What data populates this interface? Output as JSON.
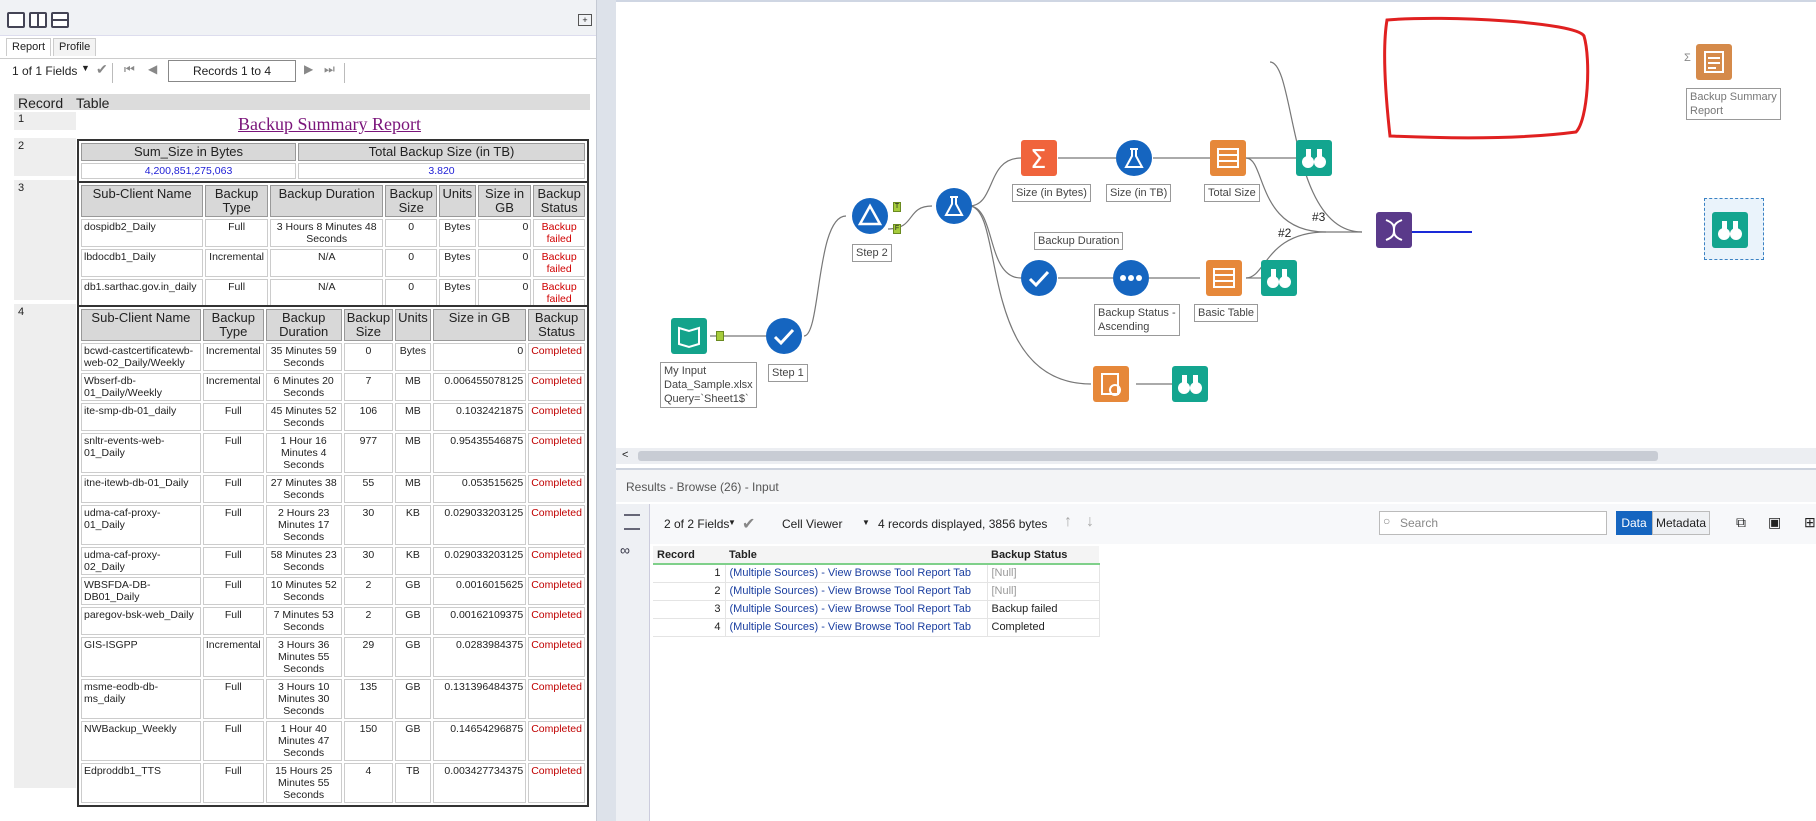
{
  "left_panel": {
    "tabs": [
      "Report",
      "Profile"
    ],
    "fields_label": "1 of 1 Fields",
    "records_label": "Records 1 to 4",
    "col_record": "Record",
    "col_table": "Table",
    "row_numbers": [
      "1",
      "2",
      "3",
      "4"
    ],
    "report_title": "Backup Summary Report",
    "summary": {
      "headers": [
        "Sum_Size in Bytes",
        "Total Backup Size (in TB)"
      ],
      "values": [
        "4,200,851,275,063",
        "3.820"
      ]
    },
    "table3": {
      "headers": [
        "Sub-Client Name",
        "Backup Type",
        "Backup Duration",
        "Backup Size",
        "Units",
        "Size in GB",
        "Backup Status"
      ],
      "rows": [
        [
          "dospidb2_Daily",
          "Full",
          "3 Hours 8 Minutes 48 Seconds",
          "0",
          "Bytes",
          "0",
          "Backup failed"
        ],
        [
          "lbdocdb1_Daily",
          "Incremental",
          "N/A",
          "0",
          "Bytes",
          "0",
          "Backup failed"
        ],
        [
          "db1.sarthac.gov.in_daily",
          "Full",
          "N/A",
          "0",
          "Bytes",
          "0",
          "Backup failed"
        ]
      ]
    },
    "table4": {
      "headers": [
        "Sub-Client Name",
        "Backup Type",
        "Backup Duration",
        "Backup Size",
        "Units",
        "Size in GB",
        "Backup Status"
      ],
      "rows": [
        [
          "bcwd-castcertificatewb-web-02_Daily/Weekly",
          "Incremental",
          "35 Minutes 59 Seconds",
          "0",
          "Bytes",
          "0",
          "Completed"
        ],
        [
          "Wbserf-db-01_Daily/Weekly",
          "Incremental",
          "6 Minutes 20 Seconds",
          "7",
          "MB",
          "0.006455078125",
          "Completed"
        ],
        [
          "ite-smp-db-01_daily",
          "Full",
          "45 Minutes 52 Seconds",
          "106",
          "MB",
          "0.1032421875",
          "Completed"
        ],
        [
          "snltr-events-web-01_Daily",
          "Full",
          "1 Hour 16 Minutes 4 Seconds",
          "977",
          "MB",
          "0.95435546875",
          "Completed"
        ],
        [
          "itne-itewb-db-01_Daily",
          "Full",
          "27 Minutes 38 Seconds",
          "55",
          "MB",
          "0.053515625",
          "Completed"
        ],
        [
          "udma-caf-proxy-01_Daily",
          "Full",
          "2 Hours 23 Minutes 17 Seconds",
          "30",
          "KB",
          "0.029033203125",
          "Completed"
        ],
        [
          "udma-caf-proxy-02_Daily",
          "Full",
          "58 Minutes 23 Seconds",
          "30",
          "KB",
          "0.029033203125",
          "Completed"
        ],
        [
          "WBSFDA-DB-DB01_Daily",
          "Full",
          "10 Minutes 52 Seconds",
          "2",
          "GB",
          "0.0016015625",
          "Completed"
        ],
        [
          "paregov-bsk-web_Daily",
          "Full",
          "7 Minutes 53 Seconds",
          "2",
          "GB",
          "0.00162109375",
          "Completed"
        ],
        [
          "GIS-ISGPP",
          "Incremental",
          "3 Hours 36 Minutes 55 Seconds",
          "29",
          "GB",
          "0.0283984375",
          "Completed"
        ],
        [
          "msme-eodb-db-ms_daily",
          "Full",
          "3 Hours 10 Minutes 30 Seconds",
          "135",
          "GB",
          "0.131396484375",
          "Completed"
        ],
        [
          "NWBackup_Weekly",
          "Full",
          "1 Hour 40 Minutes 47 Seconds",
          "150",
          "GB",
          "0.14654296875",
          "Completed"
        ],
        [
          "Edproddb1_TTS",
          "Full",
          "15 Hours 25 Minutes 55 Seconds",
          "4",
          "TB",
          "0.003427734375",
          "Completed"
        ]
      ]
    }
  },
  "workflow": {
    "labels": {
      "input": "My Input\nData_Sample.xlsx\nQuery=`Sheet1$`",
      "step1": "Step 1",
      "step2": "Step 2",
      "backup_duration": "Backup Duration",
      "size_bytes": "Size (in Bytes)",
      "size_tb": "Size (in TB)",
      "total_size": "Total Size",
      "status_asc": "Backup Status -\nAscending",
      "basic_table": "Basic Table",
      "summary_report": "Backup Summary\nReport",
      "conn3": "#3",
      "conn2": "#2",
      "anchor_t": "T",
      "anchor_f": "F"
    },
    "accent": "#e02020"
  },
  "results": {
    "title": "Results - Browse (26) - Input",
    "fields_label": "2 of 2 Fields",
    "viewer_label": "Cell Viewer",
    "records_info": "4 records displayed, 3856 bytes",
    "search_placeholder": "Search",
    "data_btn": "Data",
    "metadata_btn": "Metadata",
    "headers": [
      "Record",
      "Table",
      "Backup Status"
    ],
    "rows": [
      {
        "n": "1",
        "table": "(Multiple Sources) - View Browse Tool Report Tab",
        "status": "[Null]"
      },
      {
        "n": "2",
        "table": "(Multiple Sources) - View Browse Tool Report Tab",
        "status": "[Null]"
      },
      {
        "n": "3",
        "table": "(Multiple Sources) - View Browse Tool Report Tab",
        "status": "Backup failed"
      },
      {
        "n": "4",
        "table": "(Multiple Sources) - View Browse Tool Report Tab",
        "status": "Completed"
      }
    ]
  }
}
